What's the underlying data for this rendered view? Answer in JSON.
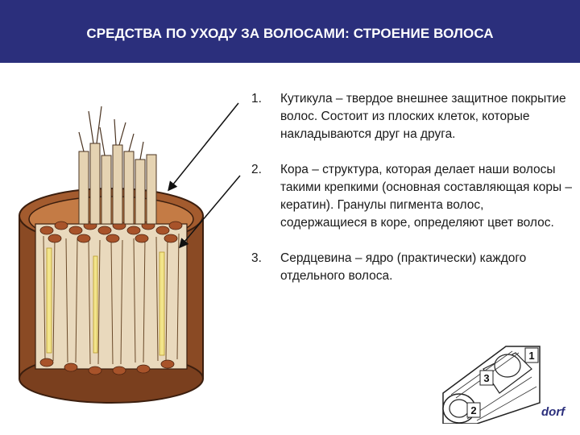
{
  "header": {
    "title": "СРЕДСТВА ПО УХОДУ ЗА ВОЛОСАМИ: СТРОЕНИЕ ВОЛОСА"
  },
  "list": {
    "items": [
      {
        "number": "1.",
        "text": "Кутикула – твердое внешнее защитное покрытие волос. Состоит из плоских клеток, которые накладываются друг на друга."
      },
      {
        "number": "2.",
        "text": "Кора – структура, которая делает наши волосы такими крепкими (основная составляющая коры – кератин). Гранулы пигмента волос, содержащиеся в коре, определяют цвет волос."
      },
      {
        "number": "3.",
        "text": "Сердцевина – ядро (практически) каждого отдельного волоса."
      }
    ]
  },
  "diagram": {
    "labels": [
      "1",
      "3",
      "2"
    ]
  },
  "brand": {
    "text": "dorf"
  }
}
